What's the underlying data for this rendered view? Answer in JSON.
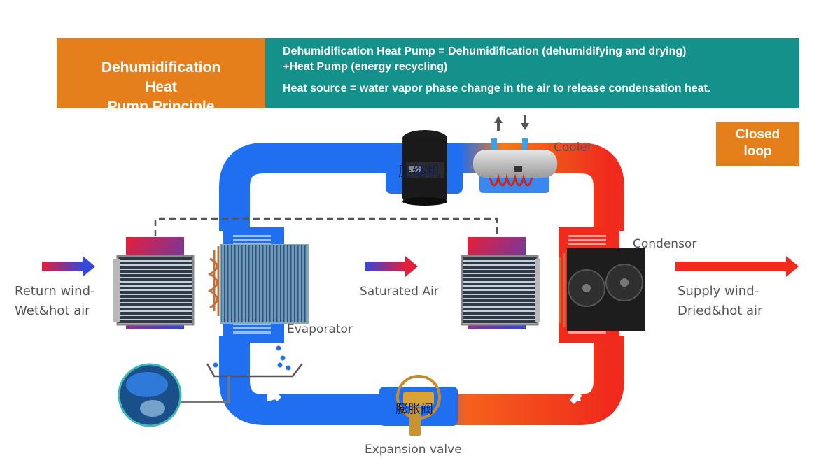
{
  "title": {
    "line1": "Dehumidification",
    "line2": "Heat",
    "line3": "Pump Principle"
  },
  "description": {
    "line1": "Dehumidification Heat Pump = Dehumidification   (dehumidifying and drying)",
    "line2": "+Heat Pump (energy recycling)",
    "line3": "Heat source = water vapor phase change in the air to release condensation heat."
  },
  "badge": {
    "line1": "Closed",
    "line2": "loop"
  },
  "labels": {
    "cooler": "Cooler",
    "condensor": "Condensor",
    "evaporator": "Evaporator",
    "saturated_air": "Saturated Air",
    "expansion_valve": "Expansion valve",
    "return_line1": "Return wind-",
    "return_line2": "Wet&hot air",
    "supply_line1": "Supply wind-",
    "supply_line2": "Dried&hot air",
    "compressor_chars": "压缩机",
    "valve_chars": "膨胀阀"
  },
  "colors": {
    "orange": "#e47f1b",
    "teal": "#13918a",
    "cold_blue": "#1f6ff0",
    "hot_red": "#f02a1c",
    "label_gray": "#555555"
  }
}
